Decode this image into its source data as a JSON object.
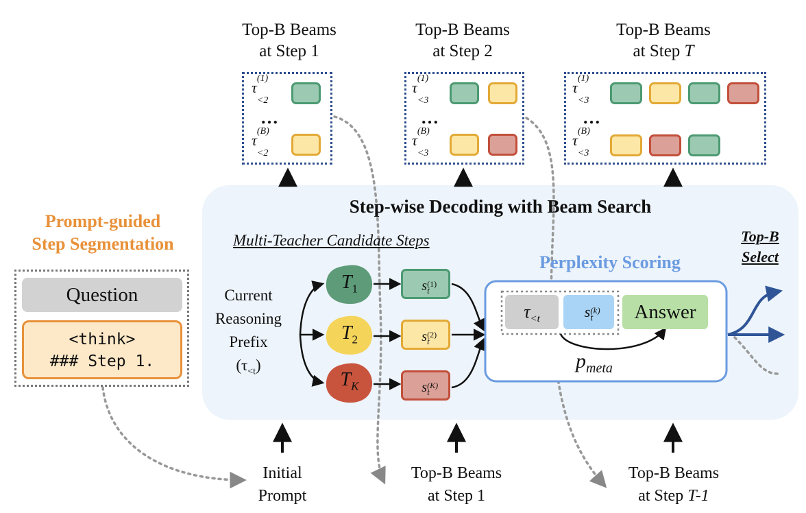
{
  "colors": {
    "orange": "#e8913a",
    "blue_title": "#6b9be0",
    "panel_bg": "#edf4fb",
    "green": "#4c9a72",
    "yellow": "#f2cf4f",
    "red": "#c9543d",
    "dark_blue": "#2f4f8f"
  },
  "top": {
    "beams": [
      {
        "title_l1": "Top-B Beams",
        "title_l2_prefix": "at Step ",
        "title_l2_var": "1",
        "var_italic": false,
        "row1_label": "τ",
        "row1_sub": "<2",
        "row1_sup": "(1)",
        "rowB_label": "τ",
        "rowB_sub": "<2",
        "rowB_sup": "(B)"
      },
      {
        "title_l1": "Top-B Beams",
        "title_l2_prefix": "at Step ",
        "title_l2_var": "2",
        "var_italic": false,
        "row1_label": "τ",
        "row1_sub": "<3",
        "row1_sup": "(1)",
        "rowB_label": "τ",
        "rowB_sub": "<3",
        "rowB_sup": "(B)"
      },
      {
        "title_l1": "Top-B Beams",
        "title_l2_prefix": "at Step ",
        "title_l2_var": "T",
        "var_italic": true,
        "row1_label": "τ",
        "row1_sub": "<3",
        "row1_sup": "(1)",
        "rowB_label": "τ",
        "rowB_sub": "<3",
        "rowB_sup": "(B)"
      }
    ],
    "ellipsis": "…"
  },
  "left": {
    "title_l1": "Prompt-guided",
    "title_l2": "Step Segmentation",
    "question": "Question",
    "code_l1": "<think>",
    "code_l2": "### Step 1."
  },
  "panel": {
    "title": "Step-wise Decoding with Beam Search",
    "candidates_title": "Multi-Teacher Candidate Steps",
    "prefix_l1": "Current",
    "prefix_l2": "Reasoning",
    "prefix_l3": "Prefix",
    "prefix_l4": "(τ",
    "prefix_l4_sub": "<t",
    "prefix_l4_end": ")",
    "teachers": [
      {
        "label": "T",
        "sub": "1"
      },
      {
        "label": "T",
        "sub": "2"
      },
      {
        "label": "T",
        "sub": "K"
      }
    ],
    "steps": [
      {
        "label": "s",
        "sub": "t",
        "sup": "(1)"
      },
      {
        "label": "s",
        "sub": "t",
        "sup": "(2)"
      },
      {
        "label": "s",
        "sub": "t",
        "sup": "(K)"
      }
    ],
    "perplexity_title": "Perplexity Scoring",
    "ppl_tau": "τ",
    "ppl_tau_sub": "<t",
    "ppl_s": "s",
    "ppl_s_sub": "t",
    "ppl_s_sup": "(k)",
    "answer": "Answer",
    "p_meta": "p",
    "p_meta_sub": "meta"
  },
  "select": {
    "l1": "Top-B",
    "l2": "Select"
  },
  "bottom": [
    {
      "l1": "Initial",
      "l2": "Prompt",
      "italic_suffix": ""
    },
    {
      "l1": "Top-B Beams",
      "l2": "at Step 1",
      "italic_suffix": ""
    },
    {
      "l1": "Top-B Beams",
      "l2": "at Step ",
      "italic_suffix": "T-1"
    }
  ]
}
